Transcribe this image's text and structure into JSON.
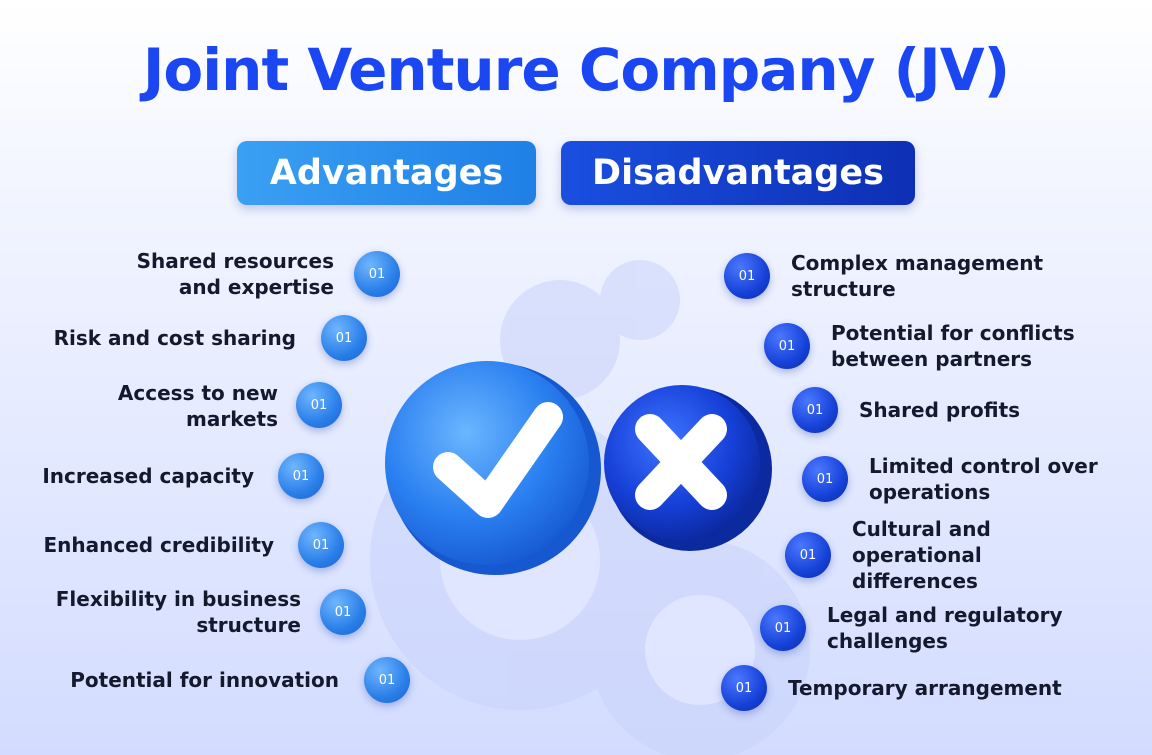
{
  "title": "Joint Venture Company (JV)",
  "tabs": {
    "advantages": "Advantages",
    "disadvantages": "Disadvantages"
  },
  "colors": {
    "title": "#1a47f2",
    "advantages_tab": "#2a8df0",
    "disadvantages_tab": "#1440d0",
    "text": "#15192e"
  },
  "icons": {
    "advantages": "check-mark-icon",
    "disadvantages": "cross-mark-icon",
    "background": "gear-dollar-icon"
  },
  "advantages": [
    {
      "number": "01",
      "label": "Shared resources\nand expertise"
    },
    {
      "number": "01",
      "label": "Risk and cost sharing"
    },
    {
      "number": "01",
      "label": "Access to new\nmarkets"
    },
    {
      "number": "01",
      "label": "Increased capacity"
    },
    {
      "number": "01",
      "label": "Enhanced credibility"
    },
    {
      "number": "01",
      "label": "Flexibility in business\nstructure"
    },
    {
      "number": "01",
      "label": "Potential for innovation"
    }
  ],
  "disadvantages": [
    {
      "number": "01",
      "label": "Complex management\nstructure"
    },
    {
      "number": "01",
      "label": "Potential for conflicts\nbetween partners"
    },
    {
      "number": "01",
      "label": "Shared profits"
    },
    {
      "number": "01",
      "label": "Limited control over\noperations"
    },
    {
      "number": "01",
      "label": "Cultural and\noperational\ndifferences"
    },
    {
      "number": "01",
      "label": "Legal and regulatory\nchallenges"
    },
    {
      "number": "01",
      "label": "Temporary arrangement"
    }
  ]
}
